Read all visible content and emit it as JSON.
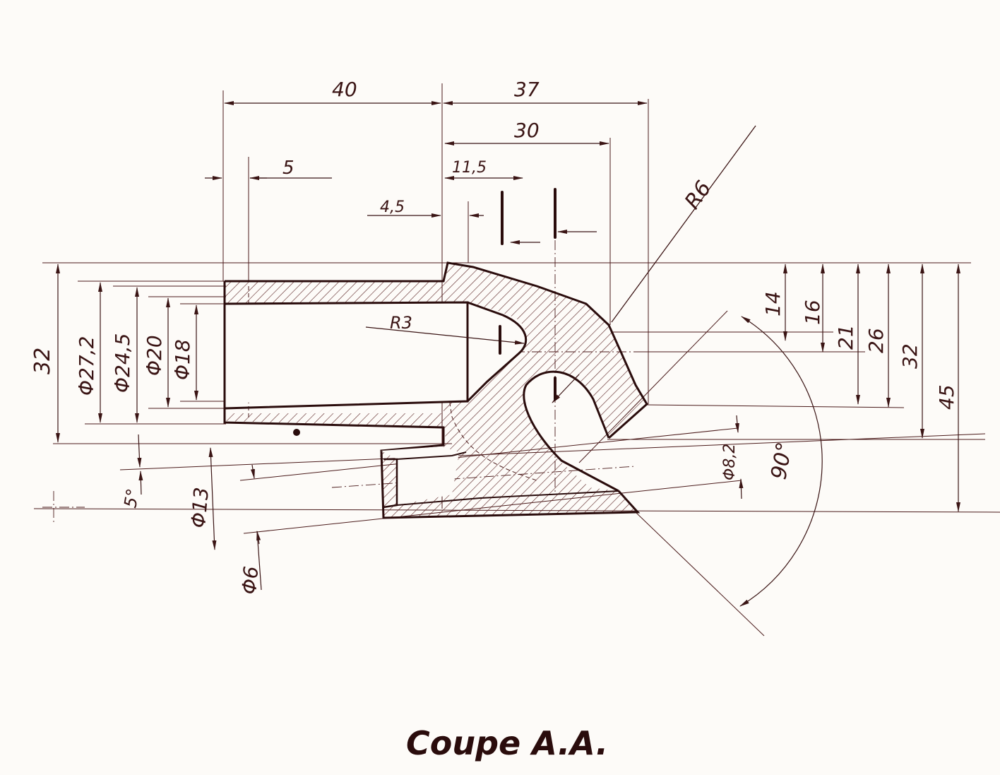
{
  "drawing": {
    "title": "Coupe A.A.",
    "colors": {
      "ink": "#3a1414",
      "paper": "#fdfbf8",
      "hatch": "#5a2222",
      "dim": "#4a1a1a"
    },
    "dimensions": {
      "top_40": "40",
      "top_37": "37",
      "top_30": "30",
      "top_5": "5",
      "top_11_5": "11,5",
      "top_4_5": "4,5",
      "radius_r6": "R6",
      "radius_r3": "R3",
      "left_32": "32",
      "dia_27_2": "Φ27,2",
      "dia_24_5": "Φ24,5",
      "dia_20": "Φ20",
      "dia_18": "Φ18",
      "angle_5": "5°",
      "dia_13": "Φ13",
      "dia_6": "Φ6",
      "dia_8_2": "Φ8,2",
      "angle_90": "90°",
      "right_14": "14",
      "right_16": "16",
      "right_21": "21",
      "right_26": "26",
      "right_32": "32",
      "right_45": "45"
    }
  }
}
